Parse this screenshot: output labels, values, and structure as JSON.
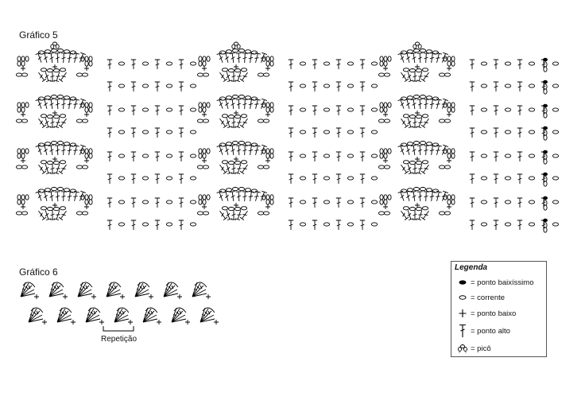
{
  "charts": {
    "chart5_title": "Gráfico 5",
    "chart6_title": "Gráfico 6",
    "repeat_label": "Repetição"
  },
  "legend": {
    "title": "Legenda",
    "items": [
      {
        "icon": "ponto-baixissimo-icon",
        "label": "= ponto baixíssimo"
      },
      {
        "icon": "corrente-icon",
        "label": "= corrente"
      },
      {
        "icon": "ponto-baixo-icon",
        "label": "= ponto baixo"
      },
      {
        "icon": "ponto-alto-icon",
        "label": "= ponto alto"
      },
      {
        "icon": "pico-icon",
        "label": "= picô"
      }
    ]
  }
}
